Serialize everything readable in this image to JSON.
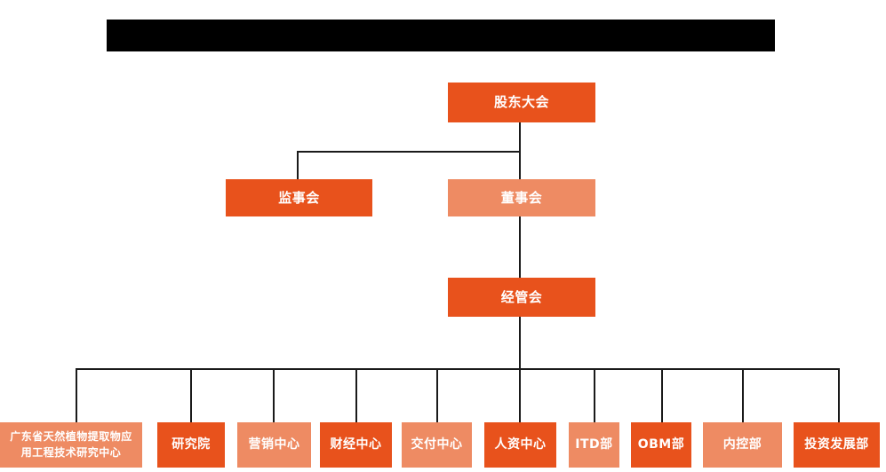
{
  "diagram": {
    "type": "organization-chart",
    "title_bar": {
      "redacted": true,
      "label": ""
    },
    "colors": {
      "primary": "#E8521C",
      "secondary": "#EE8B63",
      "connector": "#1a1a1a",
      "background": "#FFFFFF",
      "redaction": "#000000",
      "text": "#FFFFFF"
    },
    "levels": [
      {
        "level": 1,
        "nodes": [
          {
            "id": "shareholders",
            "label": "股东大会",
            "tone": "primary"
          }
        ]
      },
      {
        "level": 2,
        "nodes": [
          {
            "id": "supervisory",
            "label": "监事会",
            "tone": "primary"
          },
          {
            "id": "board",
            "label": "董事会",
            "tone": "secondary"
          }
        ]
      },
      {
        "level": 3,
        "nodes": [
          {
            "id": "management",
            "label": "经管会",
            "tone": "primary"
          }
        ]
      },
      {
        "level": 4,
        "nodes": [
          {
            "id": "research-center",
            "label": "广东省天然植物提取物应用工程技术研究中心",
            "line1": "广东省天然植物提取物应",
            "line2": "用工程技术研究中心",
            "tone": "secondary"
          },
          {
            "id": "institute",
            "label": "研究院",
            "tone": "primary"
          },
          {
            "id": "marketing",
            "label": "营销中心",
            "tone": "secondary"
          },
          {
            "id": "finance",
            "label": "财经中心",
            "tone": "primary"
          },
          {
            "id": "delivery",
            "label": "交付中心",
            "tone": "secondary"
          },
          {
            "id": "hr",
            "label": "人资中心",
            "tone": "primary"
          },
          {
            "id": "itd",
            "label": "ITD部",
            "tone": "secondary"
          },
          {
            "id": "obm",
            "label": "OBM部",
            "tone": "primary"
          },
          {
            "id": "internal-control",
            "label": "内控部",
            "tone": "secondary"
          },
          {
            "id": "investment",
            "label": "投资发展部",
            "tone": "primary"
          }
        ]
      }
    ]
  }
}
